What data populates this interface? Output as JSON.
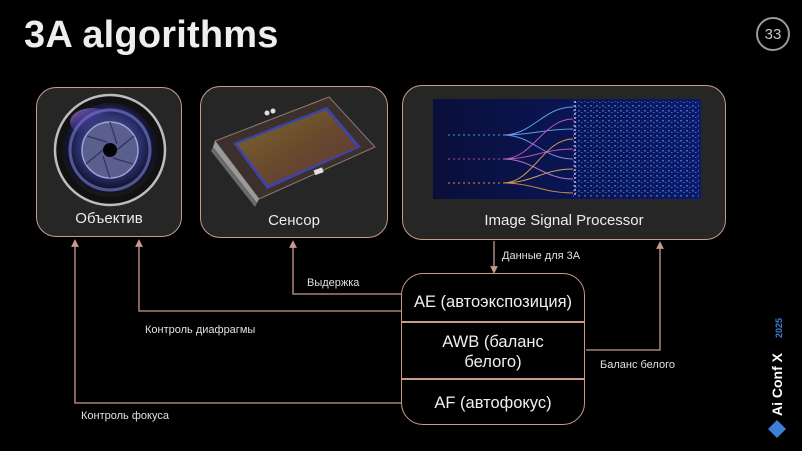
{
  "slide": {
    "title": "3A algorithms",
    "page_number": "33"
  },
  "cards": {
    "lens": {
      "label": "Объектив",
      "image": "camera-lens-aperture"
    },
    "sensor": {
      "label": "Сенсор",
      "image": "image-sensor-chip"
    },
    "isp": {
      "label": "Image Signal Processor",
      "image": "data-flow-visualization"
    }
  },
  "algorithms": {
    "ae": "AE (автоэкспозиция)",
    "awb_line1": "AWB (баланс",
    "awb_line2": "белого)",
    "af": "AF (автофокус)"
  },
  "connections": {
    "data_for_3a": "Данные для 3A",
    "exposure": "Выдержка",
    "aperture_control": "Контроль диафрагмы",
    "white_balance": "Баланс белого",
    "focus_control": "Контроль фокуса"
  },
  "brand": {
    "name": "Ai Conf X",
    "year": "2025",
    "accent_color": "#3f7fd6"
  },
  "colors": {
    "background": "#000000",
    "card_fill": "#262626",
    "line": "#c89a8c"
  }
}
